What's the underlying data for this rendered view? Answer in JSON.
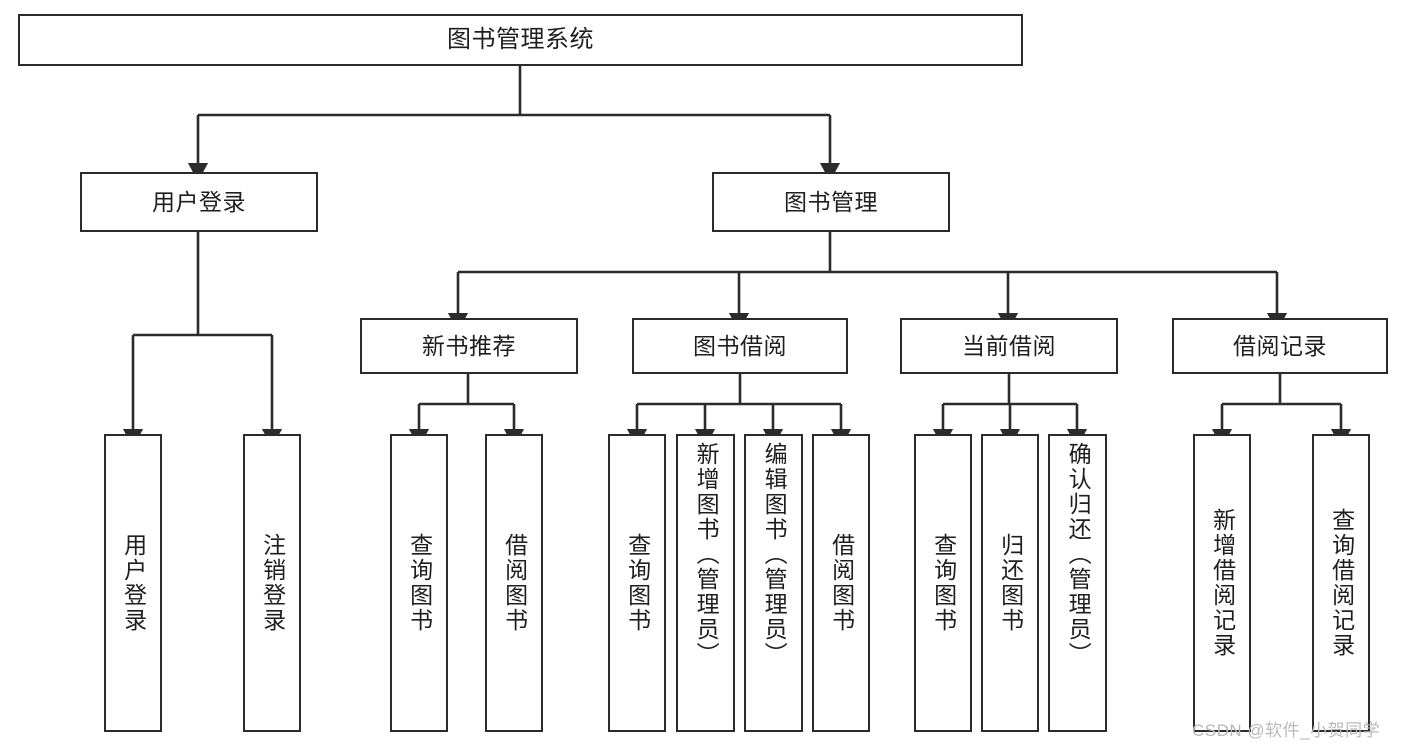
{
  "diagram": {
    "title": "图书管理系统",
    "type": "tree-structure-chart",
    "colors": {
      "box_border": "#2b2b2b",
      "box_fill": "#ffffff",
      "edge": "#2b2b2b",
      "text": "#1f1f1f",
      "watermark": "#b9b9b9",
      "background": "#ffffff"
    }
  },
  "root": {
    "label": "图书管理系统"
  },
  "level2": [
    {
      "label": "用户登录"
    },
    {
      "label": "图书管理"
    }
  ],
  "level3": [
    {
      "label": "新书推荐"
    },
    {
      "label": "图书借阅"
    },
    {
      "label": "当前借阅"
    },
    {
      "label": "借阅记录"
    }
  ],
  "leaves": {
    "user_login": [
      {
        "label": "用户登录"
      },
      {
        "label": "注销登录"
      }
    ],
    "new_book_recommend": [
      {
        "label": "查询图书"
      },
      {
        "label": "借阅图书"
      }
    ],
    "book_borrow": [
      {
        "label": "查询图书"
      },
      {
        "label": "新增图书（管理员）"
      },
      {
        "label": "编辑图书（管理员）"
      },
      {
        "label": "借阅图书"
      }
    ],
    "current_borrow": [
      {
        "label": "查询图书"
      },
      {
        "label": "归还图书"
      },
      {
        "label": "确认归还（管理员）"
      }
    ],
    "borrow_record": [
      {
        "label": "新增借阅记录"
      },
      {
        "label": "查询借阅记录"
      }
    ]
  },
  "watermark": {
    "text": "CSDN @软件_小贺同学"
  }
}
